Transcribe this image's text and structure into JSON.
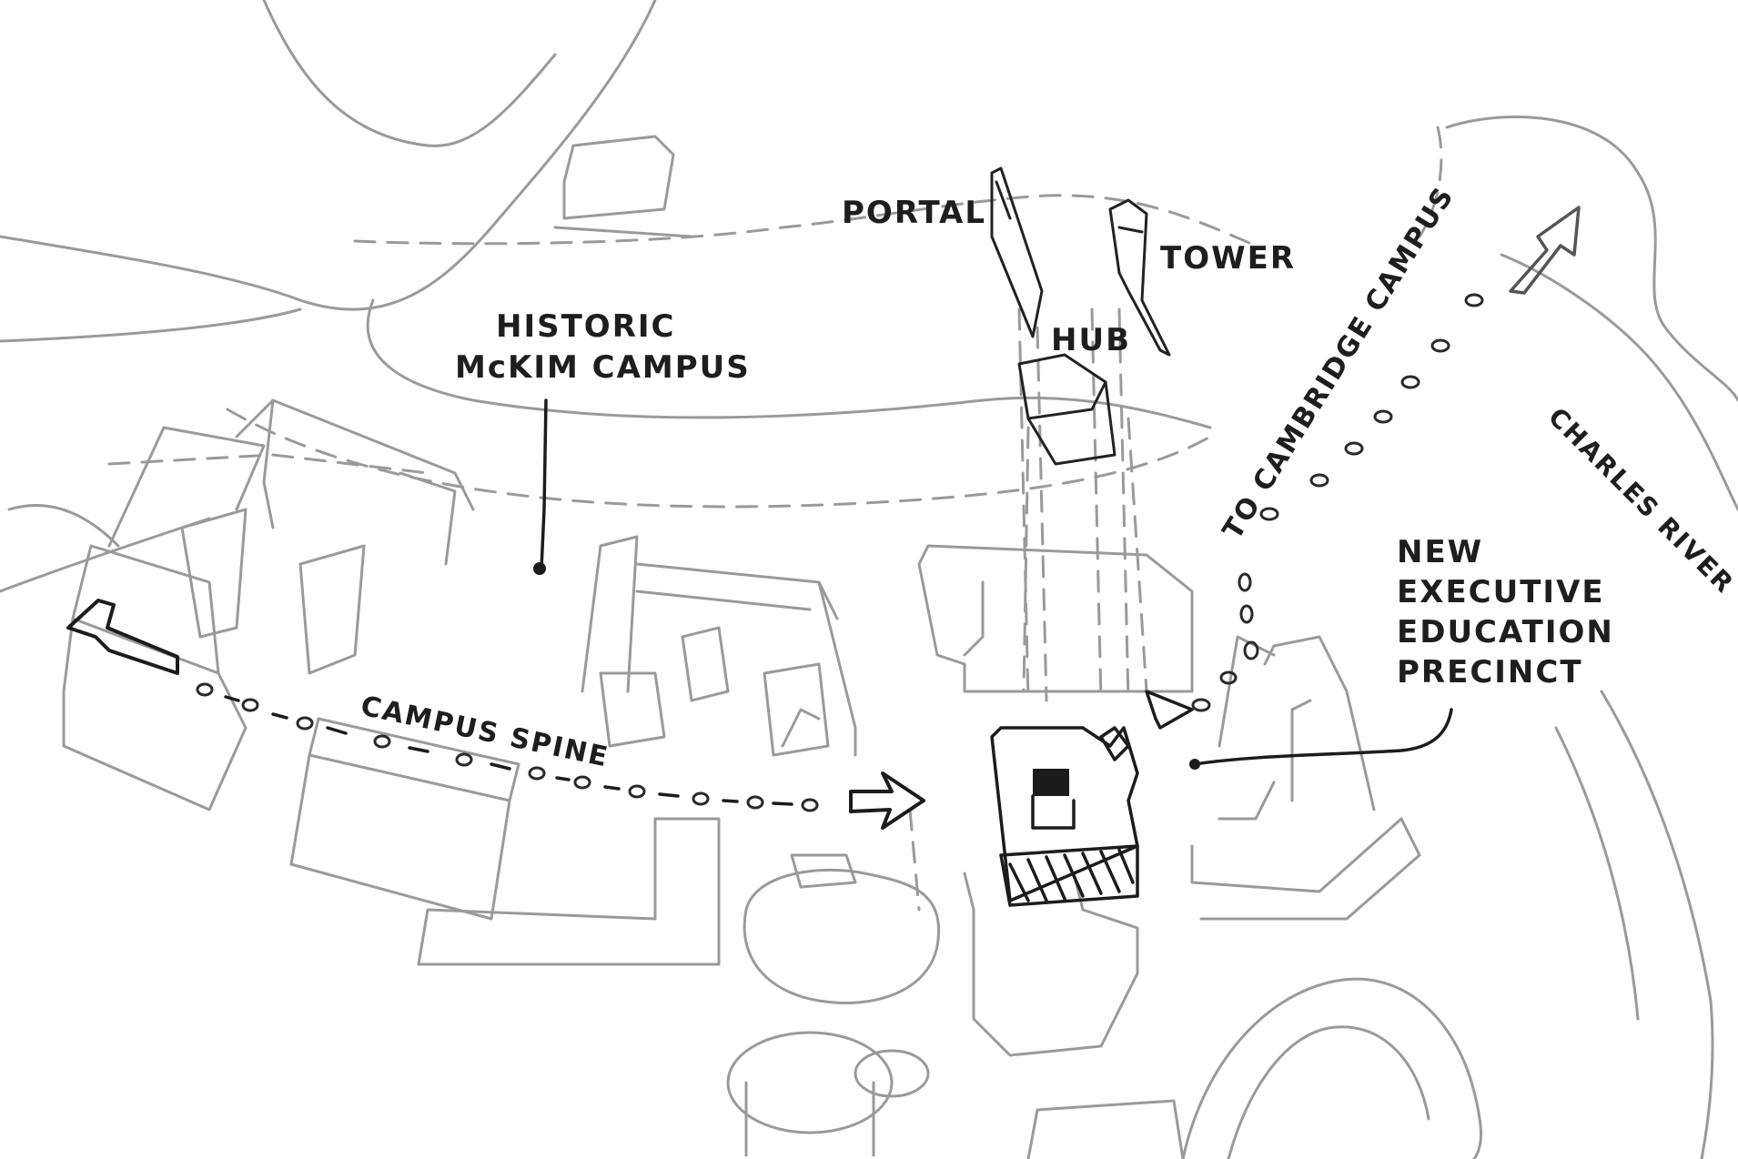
{
  "labels": {
    "historic_line1": "HISTORIC",
    "historic_line2": "McKIM CAMPUS",
    "portal": "PORTAL",
    "tower": "TOWER",
    "hub": "HUB",
    "to_cambridge": "TO CAMBRIDGE CAMPUS",
    "charles_river": "CHARLES RIVER",
    "campus_spine": "CAMPUS SPINE",
    "precinct_line1": "NEW",
    "precinct_line2": "EXECUTIVE",
    "precinct_line3": "EDUCATION",
    "precinct_line4": "PRECINCT"
  },
  "colors": {
    "ink": "#1c1c1c",
    "pencil": "#9a9a9a",
    "background": "#ffffff"
  }
}
